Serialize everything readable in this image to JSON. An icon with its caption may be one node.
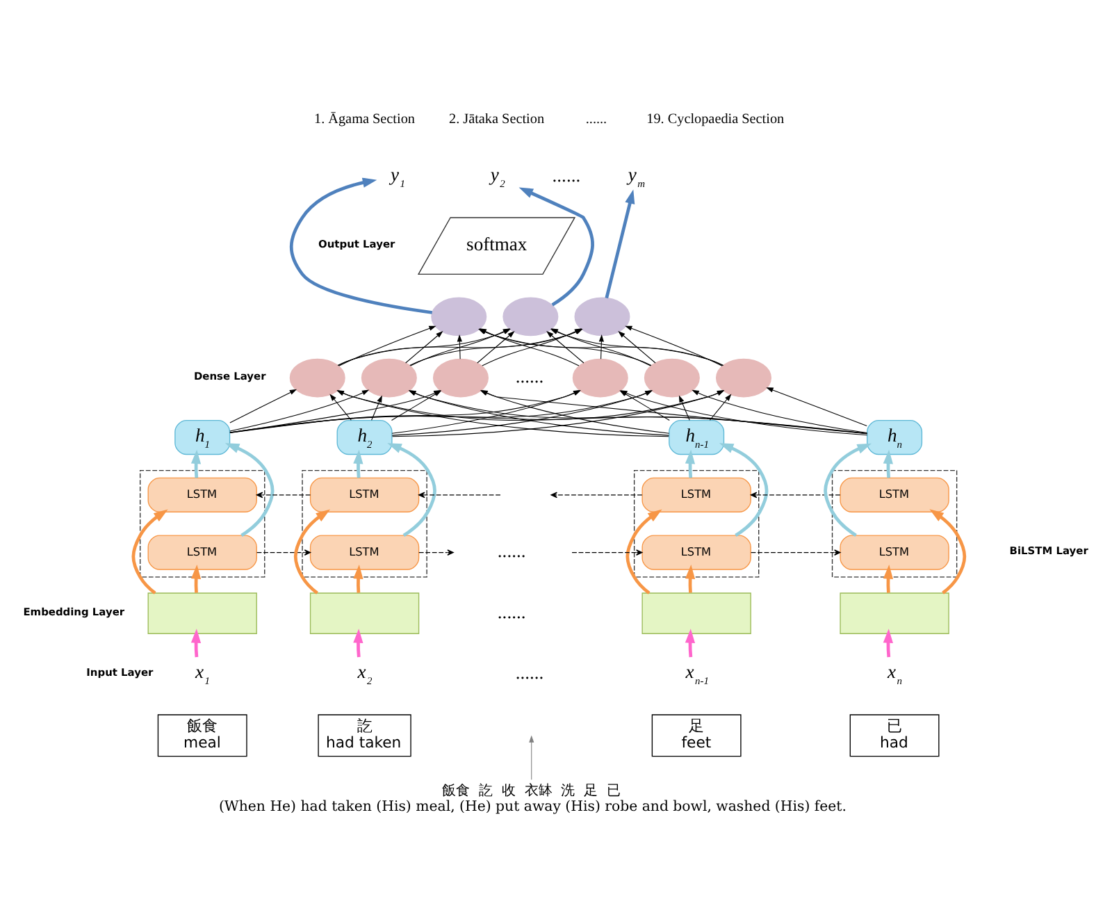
{
  "diagram": {
    "nodes": [
      {
        "text": [
          "y$_{1}$"
        ]
      },
      {
        "text": [
          "y$_{2}$"
        ]
      },
      {
        "text": [
          "y$_{m}$"
        ]
      },
      {
        "text": [
          "softmax"
        ]
      },
      {
        "text": [],
        "shape": "circle"
      },
      {
        "text": [],
        "shape": "circle"
      },
      {
        "text": [],
        "shape": "circle"
      },
      {
        "text": [],
        "shape": "circle"
      },
      {
        "text": [],
        "shape": "circle"
      },
      {
        "text": [],
        "shape": "circle"
      },
      {
        "text": [],
        "shape": "circle"
      },
      {
        "text": [],
        "shape": "circle"
      },
      {
        "text": [],
        "shape": "circle"
      },
      {
        "text": [
          "h$_{1}$"
        ]
      },
      {
        "text": [
          "h$_{2}$"
        ]
      },
      {
        "text": [
          "h$_{n-1}$"
        ]
      },
      {
        "text": [
          "h$_{n}$"
        ]
      },
      {
        "text": [],
        "shape": "box"
      },
      {
        "text": [],
        "shape": "box"
      },
      {
        "text": [],
        "shape": "box"
      },
      {
        "text": [],
        "shape": "box"
      },
      {
        "text": [
          "LSTM"
        ],
        "in": 17
      },
      {
        "text": [
          "LSTM"
        ],
        "in": 17
      },
      {
        "text": [
          "LSTM"
        ],
        "in": 18
      },
      {
        "text": [
          "LSTM"
        ],
        "in": 18
      },
      {
        "text": [
          "LSTM"
        ],
        "in": 19
      },
      {
        "text": [
          "LSTM"
        ],
        "in": 19
      },
      {
        "text": [
          "LSTM"
        ],
        "in": 20
      },
      {
        "text": [
          "LSTM"
        ],
        "in": 20
      },
      {
        "text": [],
        "shape": "box"
      },
      {
        "text": [],
        "shape": "box"
      },
      {
        "text": [],
        "shape": "box"
      },
      {
        "text": [],
        "shape": "box"
      },
      {
        "text": [
          "x$_{1}$"
        ]
      },
      {
        "text": [
          "x$_{2}$"
        ]
      },
      {
        "text": [
          "x$_{n-1}$"
        ]
      },
      {
        "text": [
          "x$_{n}$"
        ]
      },
      {
        "text": [
          "飯食",
          "meal"
        ]
      },
      {
        "text": [
          "訖",
          "had taken"
        ]
      },
      {
        "text": [
          "足",
          "feet"
        ]
      },
      {
        "text": [
          "已",
          "had"
        ]
      },
      {
        "text": [
          "飯食  訖  收  衣缽  洗  足  已",
          "(When He) had taken (His) meal, (He) put away (His) robe and bowl, washed (His) feet."
        ]
      }
    ],
    "edges": [
      {
        "from": 4,
        "to": 0,
        "arrow": "to",
        "style": "thick",
        "color": "#4f81bd"
      },
      {
        "from": 5,
        "to": 1,
        "arrow": "to",
        "style": "thick",
        "color": "#4f81bd"
      },
      {
        "from": 6,
        "to": 2,
        "arrow": "to",
        "style": "thick",
        "color": "#4f81bd"
      },
      {
        "from": 7,
        "to": 4,
        "arrow": "to"
      },
      {
        "from": 7,
        "to": 5,
        "arrow": "to"
      },
      {
        "from": 7,
        "to": 6,
        "arrow": "to"
      },
      {
        "from": 8,
        "to": 4,
        "arrow": "to"
      },
      {
        "from": 8,
        "to": 5,
        "arrow": "to"
      },
      {
        "from": 8,
        "to": 6,
        "arrow": "to"
      },
      {
        "from": 9,
        "to": 4,
        "arrow": "to"
      },
      {
        "from": 9,
        "to": 5,
        "arrow": "to"
      },
      {
        "from": 9,
        "to": 6,
        "arrow": "to"
      },
      {
        "from": 10,
        "to": 4,
        "arrow": "to"
      },
      {
        "from": 10,
        "to": 5,
        "arrow": "to"
      },
      {
        "from": 10,
        "to": 6,
        "arrow": "to"
      },
      {
        "from": 11,
        "to": 4,
        "arrow": "to"
      },
      {
        "from": 11,
        "to": 5,
        "arrow": "to"
      },
      {
        "from": 11,
        "to": 6,
        "arrow": "to"
      },
      {
        "from": 12,
        "to": 4,
        "arrow": "to"
      },
      {
        "from": 12,
        "to": 5,
        "arrow": "to"
      },
      {
        "from": 12,
        "to": 6,
        "arrow": "to"
      },
      {
        "from": 13,
        "to": 7,
        "arrow": "to"
      },
      {
        "from": 13,
        "to": 8,
        "arrow": "to"
      },
      {
        "from": 13,
        "to": 9,
        "arrow": "to"
      },
      {
        "from": 13,
        "to": 10,
        "arrow": "to"
      },
      {
        "from": 13,
        "to": 11,
        "arrow": "to"
      },
      {
        "from": 13,
        "to": 12,
        "arrow": "to"
      },
      {
        "from": 14,
        "to": 7,
        "arrow": "to"
      },
      {
        "from": 14,
        "to": 8,
        "arrow": "to"
      },
      {
        "from": 14,
        "to": 9,
        "arrow": "to"
      },
      {
        "from": 14,
        "to": 10,
        "arrow": "to"
      },
      {
        "from": 14,
        "to": 11,
        "arrow": "to"
      },
      {
        "from": 14,
        "to": 12,
        "arrow": "to"
      },
      {
        "from": 15,
        "to": 7,
        "arrow": "to"
      },
      {
        "from": 15,
        "to": 8,
        "arrow": "to"
      },
      {
        "from": 15,
        "to": 9,
        "arrow": "to"
      },
      {
        "from": 15,
        "to": 10,
        "arrow": "to"
      },
      {
        "from": 15,
        "to": 11,
        "arrow": "to"
      },
      {
        "from": 15,
        "to": 12,
        "arrow": "to"
      },
      {
        "from": 16,
        "to": 7,
        "arrow": "to"
      },
      {
        "from": 16,
        "to": 8,
        "arrow": "to"
      },
      {
        "from": 16,
        "to": 9,
        "arrow": "to"
      },
      {
        "from": 16,
        "to": 10,
        "arrow": "to"
      },
      {
        "from": 16,
        "to": 11,
        "arrow": "to"
      },
      {
        "from": 16,
        "to": 12,
        "arrow": "to"
      },
      {
        "from": 22,
        "to": 13,
        "arrow": "to",
        "style": "thick",
        "color": "#92cddc"
      },
      {
        "from": 24,
        "to": 14,
        "arrow": "to",
        "style": "thick",
        "color": "#92cddc"
      },
      {
        "from": 26,
        "to": 15,
        "arrow": "to",
        "style": "thick",
        "color": "#92cddc"
      },
      {
        "from": 28,
        "to": 16,
        "arrow": "to",
        "style": "thick",
        "color": "#92cddc"
      },
      {
        "from": 21,
        "to": 13,
        "arrow": "to",
        "style": "thick",
        "color": "#92cddc"
      },
      {
        "from": 23,
        "to": 14,
        "arrow": "to",
        "style": "thick",
        "color": "#92cddc"
      },
      {
        "from": 25,
        "to": 15,
        "arrow": "to",
        "style": "thick",
        "color": "#92cddc"
      },
      {
        "from": 27,
        "to": 16,
        "arrow": "to",
        "style": "thick",
        "color": "#92cddc"
      },
      {
        "from": 22,
        "to": 24,
        "arrow": "to",
        "style": "dashed"
      },
      {
        "from": 24,
        "to": null,
        "arrow": "to",
        "style": "dashed"
      },
      {
        "from": null,
        "to": 26,
        "arrow": "to",
        "style": "dashed"
      },
      {
        "from": 26,
        "to": 28,
        "arrow": "to",
        "style": "dashed"
      },
      {
        "from": 27,
        "to": 25,
        "arrow": "to",
        "style": "dashed"
      },
      {
        "from": 25,
        "to": null,
        "arrow": "to",
        "style": "dashed"
      },
      {
        "from": null,
        "to": 23,
        "arrow": "to",
        "style": "dashed"
      },
      {
        "from": 23,
        "to": 21,
        "arrow": "to",
        "style": "dashed"
      },
      {
        "from": 29,
        "to": 22,
        "arrow": "to",
        "style": "thick",
        "color": "#f79646"
      },
      {
        "from": 30,
        "to": 24,
        "arrow": "to",
        "style": "thick",
        "color": "#f79646"
      },
      {
        "from": 31,
        "to": 26,
        "arrow": "to",
        "style": "thick",
        "color": "#f79646"
      },
      {
        "from": 32,
        "to": 28,
        "arrow": "to",
        "style": "thick",
        "color": "#f79646"
      },
      {
        "from": 29,
        "to": 21,
        "arrow": "to",
        "style": "thick",
        "color": "#f79646"
      },
      {
        "from": 30,
        "to": 23,
        "arrow": "to",
        "style": "thick",
        "color": "#f79646"
      },
      {
        "from": 31,
        "to": 25,
        "arrow": "to",
        "style": "thick",
        "color": "#f79646"
      },
      {
        "from": 32,
        "to": 27,
        "arrow": "to",
        "style": "thick",
        "color": "#f79646"
      },
      {
        "from": 33,
        "to": 29,
        "arrow": "to",
        "style": "thick",
        "color": "#ff66cc"
      },
      {
        "from": 34,
        "to": 30,
        "arrow": "to",
        "style": "thick",
        "color": "#ff66cc"
      },
      {
        "from": 35,
        "to": 31,
        "arrow": "to",
        "style": "thick",
        "color": "#ff66cc"
      },
      {
        "from": 36,
        "to": 32,
        "arrow": "to",
        "style": "thick",
        "color": "#ff66cc"
      },
      {
        "from": 41,
        "to": null,
        "arrow": "to",
        "color": "#808080"
      }
    ],
    "labels": [
      "1. Āgama Section",
      "2. Jātaka Section",
      "......",
      "19. Cyclopaedia Section",
      "Output Layer",
      "......",
      "Dense Layer",
      "......",
      "BiLSTM Layer",
      "......",
      "Embedding Layer",
      "......",
      "Input Layer",
      "......"
    ]
  }
}
